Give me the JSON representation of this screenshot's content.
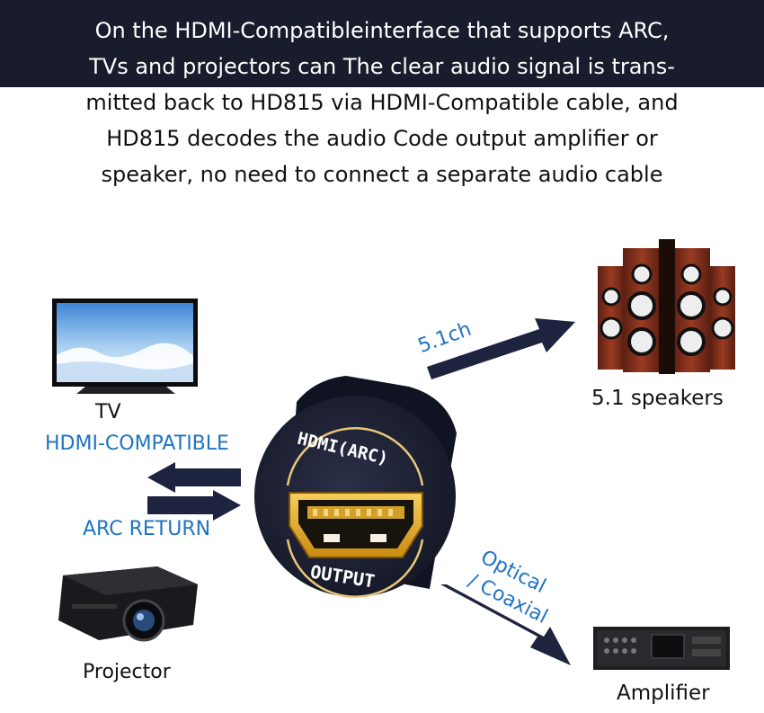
{
  "header": {
    "lines": [
      "On the HDMI-Compatibleinterface that supports ARC,",
      "TVs and projectors can The clear audio signal is trans-",
      "mitted back to HD815 via HDMI-Compatible cable, and",
      "HD815 decodes the audio Code output amplifier or",
      "speaker, no need to connect a separate audio cable"
    ]
  },
  "devices": {
    "tv": "TV",
    "projector": "Projector",
    "speakers": "5.1 speakers",
    "amplifier": "Amplifier"
  },
  "connections": {
    "hdmi_compatible": "HDMI-COMPATIBLE",
    "arc_return": "ARC RETURN",
    "channel_51": "5.1ch",
    "optical": "Optical",
    "coaxial": "/ Coaxial"
  },
  "port": {
    "top_label": "HDMI(ARC)",
    "bottom_label": "OUTPUT"
  },
  "colors": {
    "header_bg": "#191c2c",
    "label_blue": "#1f73c2",
    "arrow": "#1e2340",
    "port_gold": "#e6a81e"
  }
}
